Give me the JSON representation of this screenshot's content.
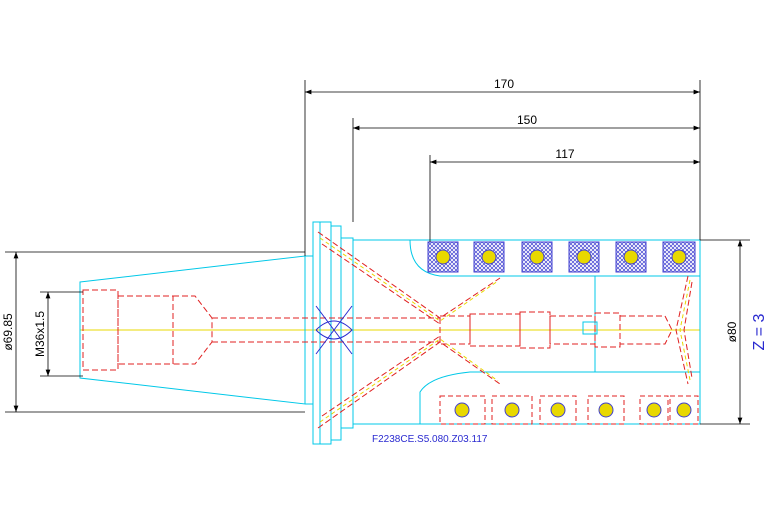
{
  "dimensions": {
    "overall_length": "170",
    "body_length": "150",
    "cutting_length": "117",
    "shank_diameter": "ø69.85",
    "thread": "M36x1.5",
    "cutter_diameter": "ø80",
    "teeth": "Z = 3"
  },
  "part_number": "F2238CE.S5.080.Z03.117",
  "colors": {
    "outline": "#00c8e8",
    "hidden": "#e02020",
    "center": "#e8d800",
    "dimension": "#000000",
    "insert_hatch": "#4040d0",
    "insert_fill": "#e8d800",
    "label": "#2a2ad0"
  }
}
